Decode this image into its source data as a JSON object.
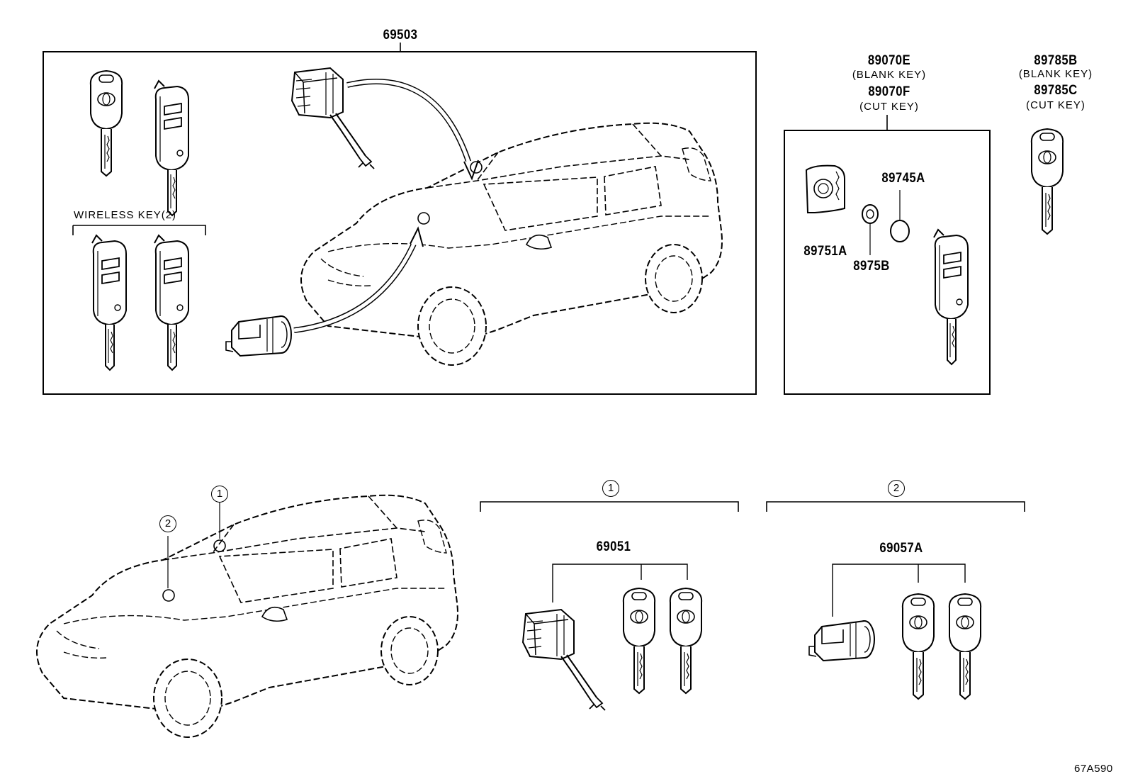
{
  "colors": {
    "line": "#000000",
    "background": "#ffffff"
  },
  "labels": {
    "assembly_main": "69503",
    "wireless_key": "WIRELESS KEY(2)",
    "key_89070e": "89070E",
    "key_89070e_note": "(BLANK KEY)",
    "key_89070f": "89070F",
    "key_89070f_note": "(CUT KEY)",
    "key_89785b": "89785B",
    "key_89785b_note": "(BLANK KEY)",
    "key_89785c": "89785C",
    "key_89785c_note": "(CUT KEY)",
    "part_89745a": "89745A",
    "part_89751a": "89751A",
    "part_8975b": "8975B",
    "callout_1": "1",
    "callout_2": "2",
    "group_1_marker": "1",
    "group_2_marker": "2",
    "part_69051": "69051",
    "part_69057a": "69057A",
    "drawing_ref": "67A590"
  }
}
